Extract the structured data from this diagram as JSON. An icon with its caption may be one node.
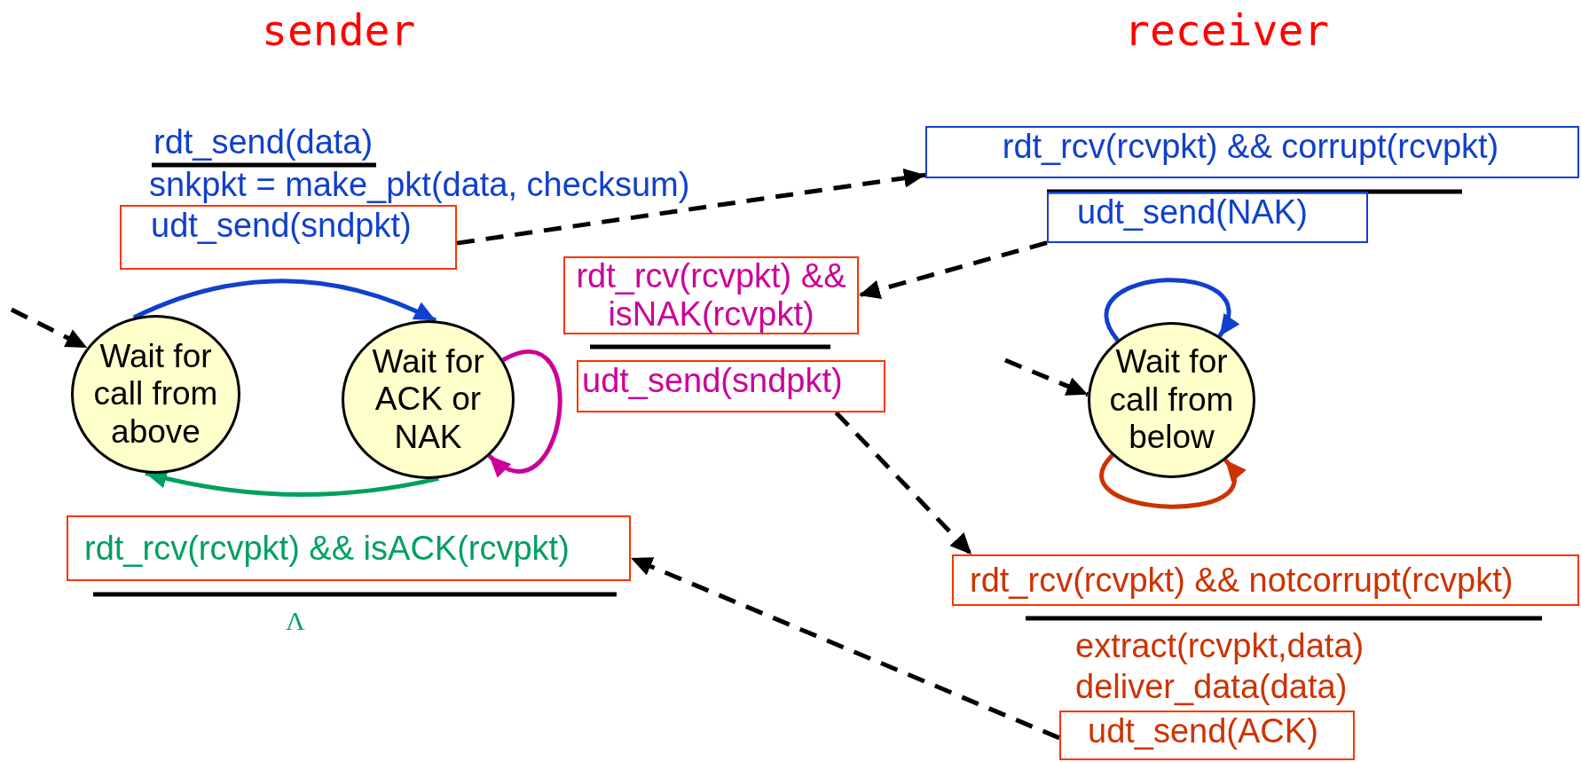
{
  "diagram": {
    "nodes": [
      {
        "text": [
          "Wait for call from above"
        ]
      },
      {
        "text": [
          "Wait for ACK or NAK"
        ]
      },
      {
        "text": [
          "Wait for call from below"
        ]
      },
      {
        "text": [
          "udt_send(sndpkt)"
        ]
      },
      {
        "text": [
          "rdt_rcv(rcvpkt) && corrupt(rcvpkt)"
        ]
      },
      {
        "text": [
          "udt_send(NAK)"
        ]
      },
      {
        "text": [
          "rdt_rcv(rcvpkt) && isNAK(rcvpkt)"
        ]
      },
      {
        "text": [
          "udt_send(sndpkt)"
        ]
      },
      {
        "text": [
          "rdt_rcv(rcvpkt) && isACK(rcvpkt)"
        ]
      },
      {
        "text": [
          "rdt_rcv(rcvpkt) && notcorrupt(rcvpkt)"
        ]
      },
      {
        "text": [
          "udt_send(ACK)"
        ]
      }
    ],
    "edges": [
      {
        "from": null,
        "to": 0,
        "arrow": "to",
        "style": "dashed"
      },
      {
        "from": 3,
        "to": 4,
        "arrow": "to",
        "style": "dashed"
      },
      {
        "from": 5,
        "to": 6,
        "arrow": "to",
        "style": "dashed"
      },
      {
        "from": 7,
        "to": 9,
        "arrow": "to",
        "style": "dashed"
      },
      {
        "from": 10,
        "to": 8,
        "arrow": "to",
        "style": "dashed"
      },
      {
        "from": null,
        "to": 2,
        "arrow": "to",
        "style": "dashed"
      },
      {
        "from": 0,
        "to": 1,
        "arrow": "to",
        "color": "#1040cc"
      },
      {
        "from": 1,
        "to": 1,
        "arrow": "to",
        "color": "#cc0099"
      },
      {
        "from": 1,
        "to": 0,
        "arrow": "to",
        "color": "#00a060"
      },
      {
        "from": 2,
        "to": 2,
        "arrow": "to",
        "color": "#1040cc"
      },
      {
        "from": 2,
        "to": 2,
        "arrow": "to",
        "color": "#cc3300"
      }
    ],
    "labels": [
      "sender",
      "receiver",
      "rdt_send(data)",
      "snkpkt = make_pkt(data, checksum)",
      "Λ",
      "extract(rcvpkt,data)",
      "deliver_data(data)"
    ]
  }
}
